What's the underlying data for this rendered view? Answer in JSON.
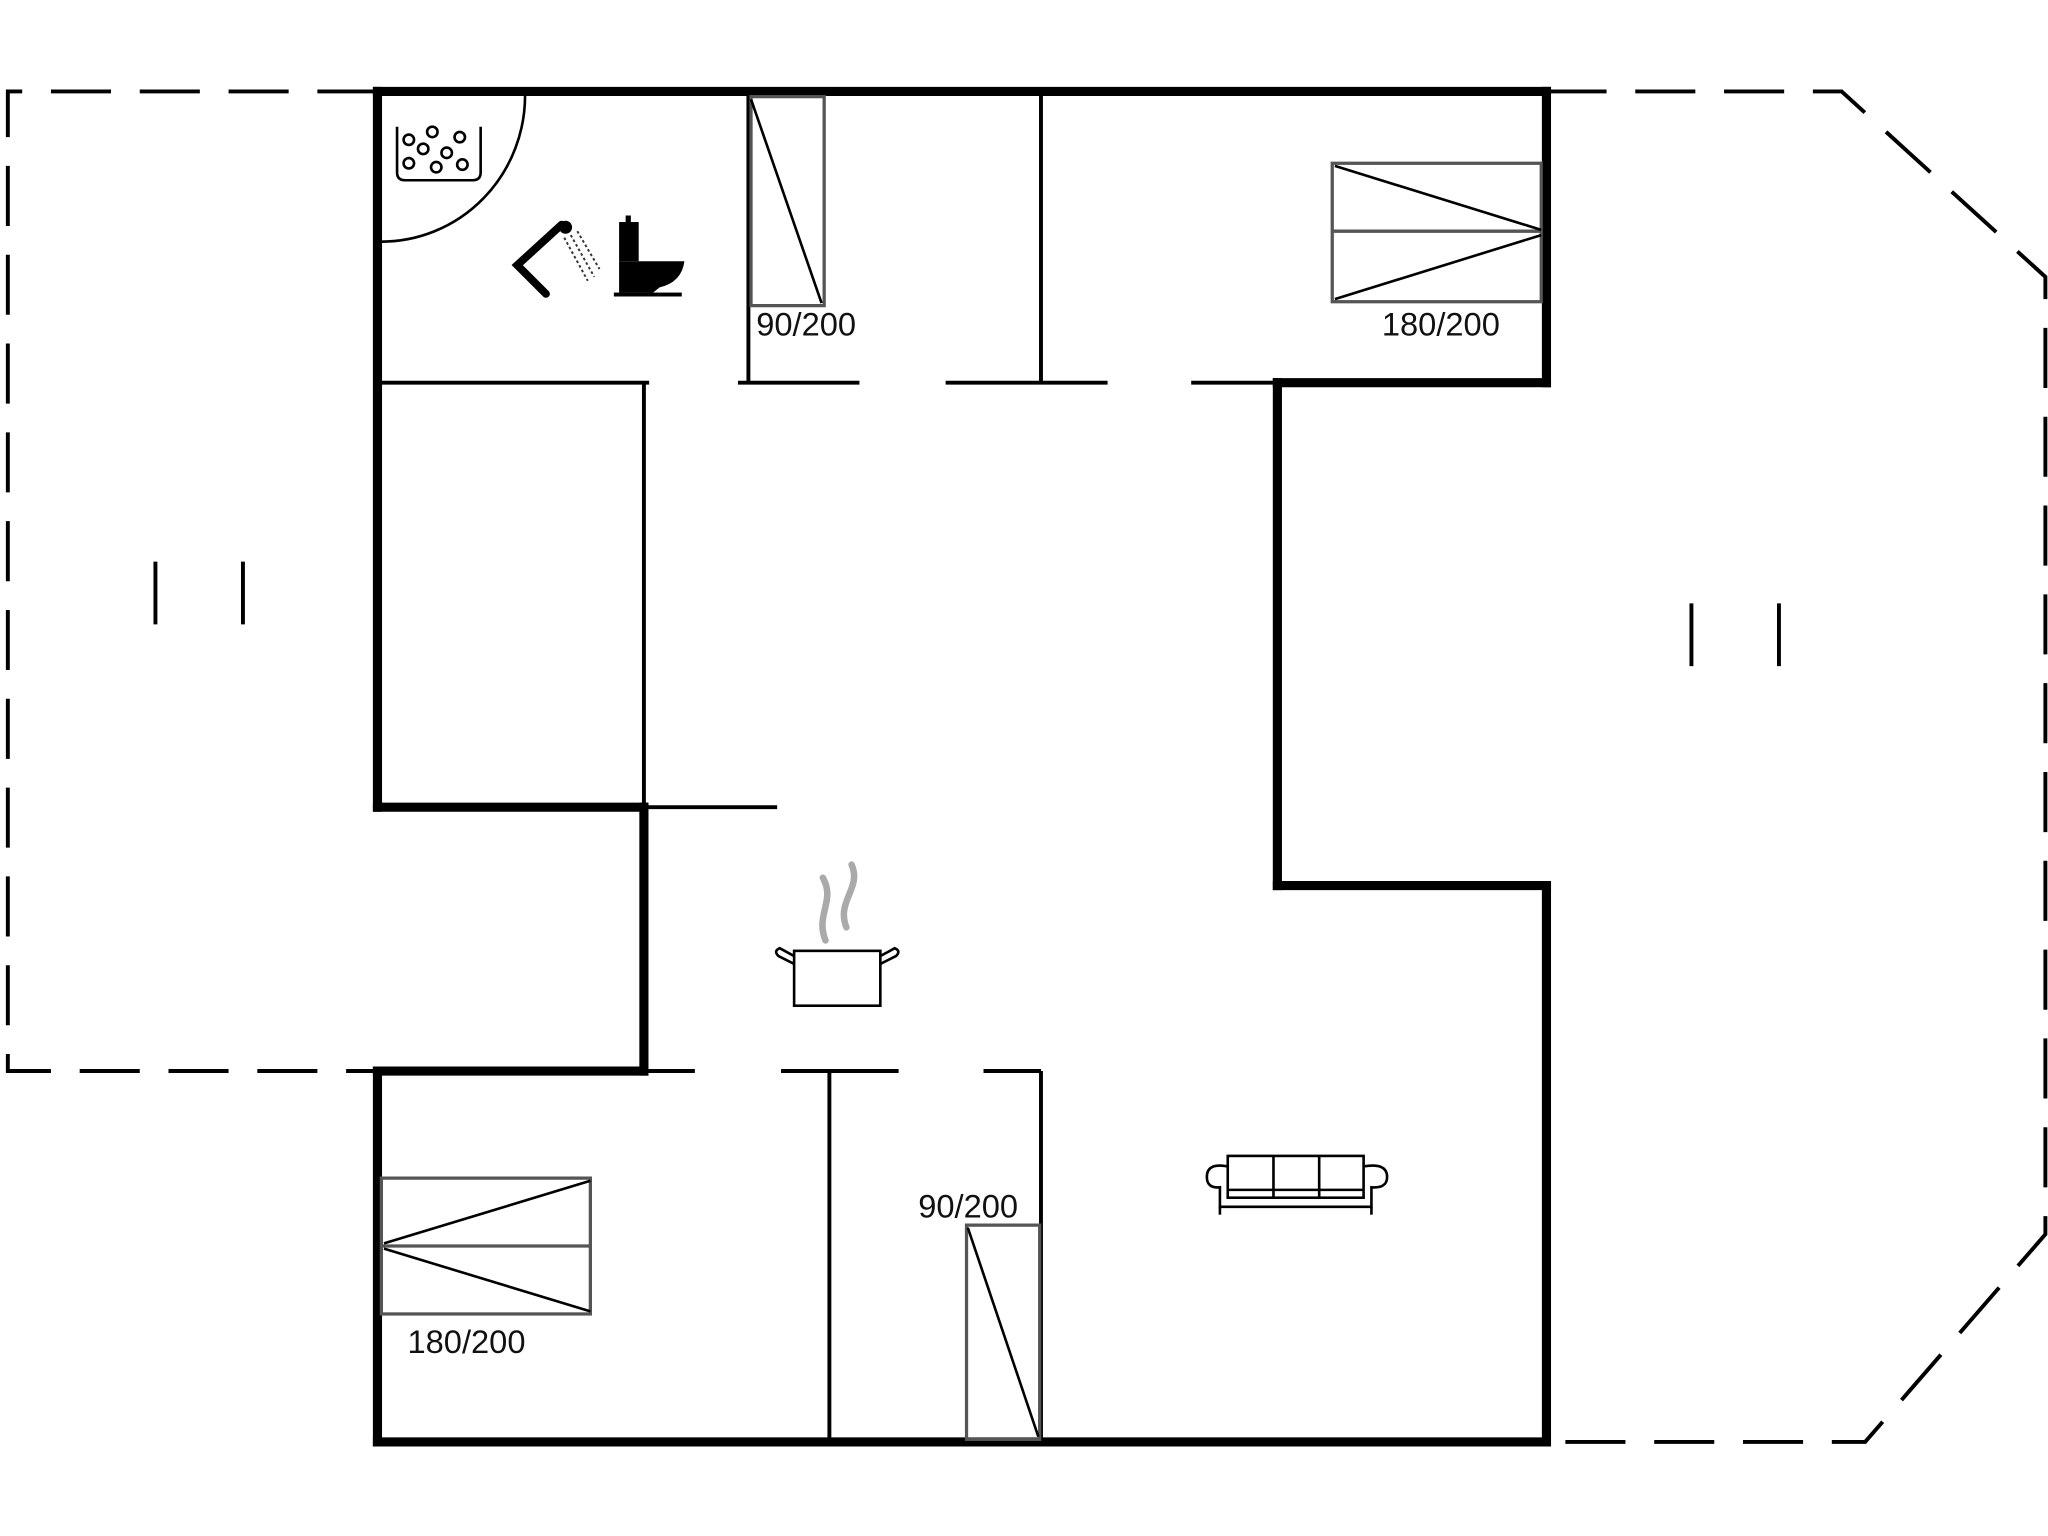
{
  "floor_plan": {
    "colors": {
      "wall": "#000000",
      "background": "#ffffff",
      "steam": "#aaaaaa"
    },
    "beds": [
      {
        "id": "bed-top-single",
        "label": "90/200"
      },
      {
        "id": "bed-top-right-double",
        "label": "180/200"
      },
      {
        "id": "bed-bottom-left-double",
        "label": "180/200"
      },
      {
        "id": "bed-bottom-single",
        "label": "90/200"
      }
    ],
    "icons": [
      "whirlpool-tub-icon",
      "shower-icon",
      "toilet-icon",
      "cooking-pot-icon",
      "sofa-icon"
    ],
    "terraces": [
      {
        "id": "terrace-left",
        "style": "dashed"
      },
      {
        "id": "terrace-right",
        "style": "dashed"
      }
    ]
  }
}
